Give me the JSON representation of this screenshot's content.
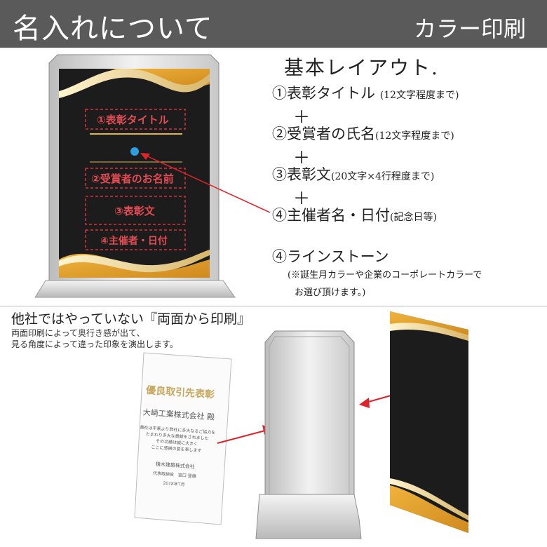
{
  "header": {
    "title": "名入れについて",
    "right_label": "カラー印刷"
  },
  "layout": {
    "title": "基本レイアウト.",
    "items": [
      {
        "num": "①",
        "label": "表彰タイトル",
        "note": "(12文字程度まで)"
      },
      {
        "num": "②",
        "label": "受賞者の氏名",
        "note": "(12文字程度まで)"
      },
      {
        "num": "③",
        "label": "表彰文",
        "note": "(20文字×4行程度まで)"
      },
      {
        "num": "④",
        "label": "主催者名・日付",
        "note": "(記念日等)"
      }
    ],
    "plus": "＋",
    "rhinestone": "④ラインストーン",
    "rhinestone_note_1": "(※誕生月カラーや企業のコーポレートカラーで",
    "rhinestone_note_2": "お選び頂けます。)"
  },
  "plaque_labels": {
    "title": "①表彰タイトル",
    "name": "②受賞者のお名前",
    "text": "③表彰文",
    "organizer": "④主催者・日付"
  },
  "section2": {
    "title": "他社ではやっていない『両面から印刷』",
    "sub_1": "両面印刷によって奥行き感が出て、",
    "sub_2": "見る角度によって違った印象を演出します。"
  },
  "sample_certificate": {
    "title": "優良取引先表彰",
    "recipient": "大崎工業株式会社 殿",
    "body": [
      "貴社は平素より弊社に多大なるご協力を",
      "たまわり多大な貢献をされました",
      "その功績は誠に大きく",
      "ここに感謝の意を表します"
    ],
    "issuer": "猿木建築株式会社",
    "issuer_title": "代表取締役　宮口 登雄",
    "date": "2018年7月"
  },
  "colors": {
    "header_bg": "#5a5a5a",
    "plaque_black": "#1c1c1c",
    "gold": "#e3a22f",
    "cream": "#f6e7b5",
    "dashed_red": "#d9303a",
    "arrow_red": "#e0232a",
    "dot_blue": "#2c9fe0"
  }
}
